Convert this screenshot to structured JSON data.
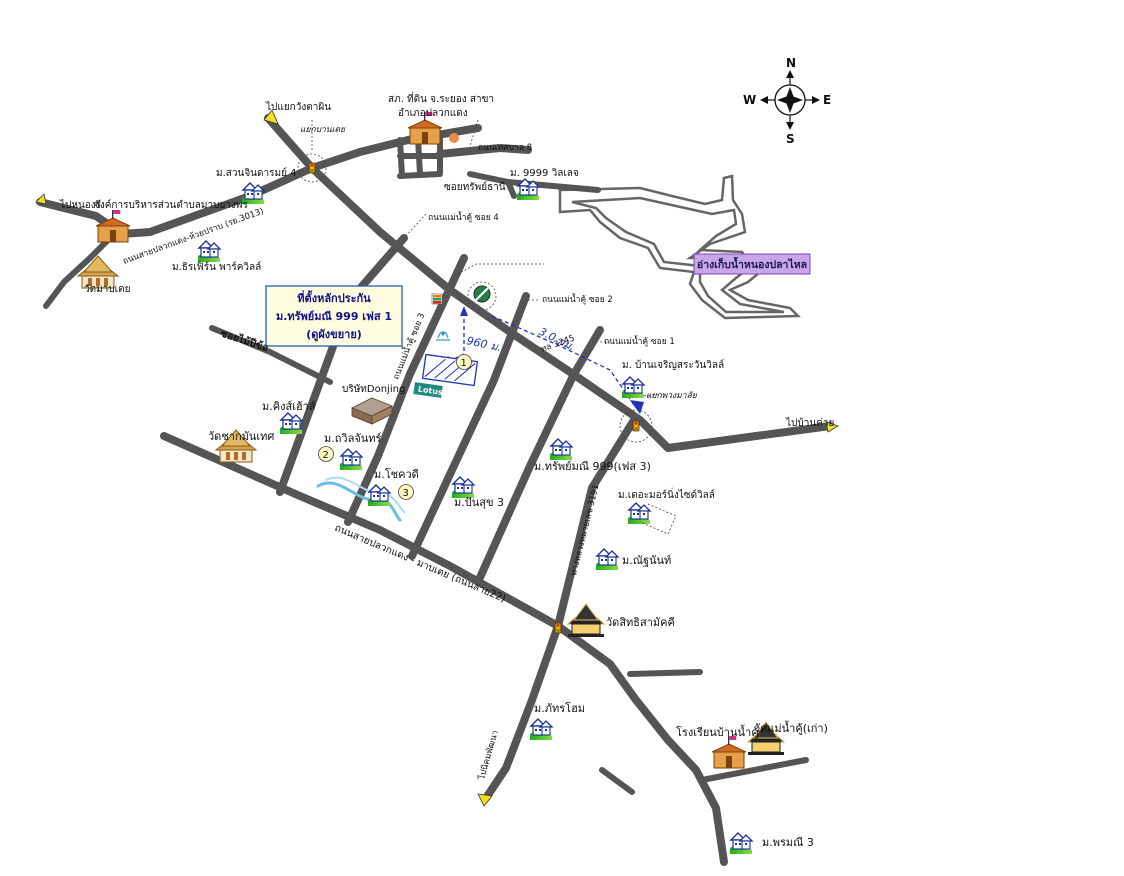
{
  "compass": {
    "n": "N",
    "s": "S",
    "e": "E",
    "w": "W"
  },
  "location_box": {
    "line1": "ที่ตั้งหลักประกัน",
    "line2": "ม.ทรัพย์มณี 999 เฟส 1",
    "line3": "(ดูผังขยาย)"
  },
  "reservoir_label": "อ่างเก็บน้ำหนองปลาไหล",
  "distances": {
    "d960": "960 ม.",
    "d3km": "3.0 กม."
  },
  "markers": {
    "m1": "1",
    "m2": "2",
    "m3": "3"
  },
  "brands": {
    "lotus": "Lotus"
  },
  "labels": {
    "to_chak_noen": "ไปแยกวังตาผิน",
    "tha_kham_junction": "แยกบานเตย",
    "office": "สภ. ที่ดิน จ.ระยอง สาขา",
    "office2": "อำเภอปลวกแดง",
    "thanon_thetsaban8": "ถนนเทศบาล 8",
    "m9999": "ม. 9999 วิลเลจ",
    "soi_sap_thani": "ซอยทรัพย์ธานี",
    "suan_chin": "ม.สวนจินดารมย์ 4",
    "to_nong_khla": "ไปหนองรี",
    "org_tambon": "จงค์การบริหารส่วนตำบลมาบยางพร",
    "road_1013": "ถนนสายปลวกแดง-ห้วยปราบ (รย.3013)",
    "wat_ban_loet": "วัดมาบเตย",
    "m_tusa": "ม.ธิรเฟิร์น พาร์ควิลล์",
    "soi4": "ถนนแม่น้ำคู้ ซอย 4",
    "soi2": "ถนนแม่น้ำคู้ ซอย 2",
    "soi1": "ถนนแม่น้ำคู้ ซอย 1",
    "soi3": "ถนนแม่น้ำคู้ ซอย 3",
    "hwy3245": "ทล 3245",
    "soi_maiphi": "ซอยไม้ปีข้อ",
    "donjing": "บริษัทDonjing",
    "m_king": "ม.คิงส์เฮ้าส์",
    "wat_chakmanthet": "วัดชากมันเทศ",
    "m_tawilchan": "ม.ถวิลจันทร์",
    "m_chotchawadi": "ม.โชควดี",
    "m_ban_charoen": "ม. บ้านเจริญสระวันวิลล์",
    "kaeng_phaithong": "แยกพวงมาลัย",
    "to_ban_khai": "ไปบ้านค่าย",
    "m_sapmani3": "ม.ทรัพย์มณี 999(เฟส 3)",
    "m_pansuk3": "ม.ปันสุข 3",
    "m_lerd": "ม.เดอะมอร์นิ่งไซด์วิลล์",
    "hwy3191": "ทางหลวงหมายเลข 3191",
    "m_natnan": "ม.ณัฐนันท์",
    "road22": "ถนนสายปลวกแดง - มาบเตย (ถนนสาย22)",
    "wat_sitsamakkhi": "วัดสิทธิสามัคคี",
    "m_phatchara": "ม.ภัทรโฮม",
    "to_nikhom": "ไปนิคมพัฒนา",
    "school": "โรงเรียนบ้านน้ำคู้",
    "wat_maenamkhu": "วัดแม่น้ำคู้(เก่า)",
    "m_phonmani3": "ม.พรมณี 3"
  }
}
